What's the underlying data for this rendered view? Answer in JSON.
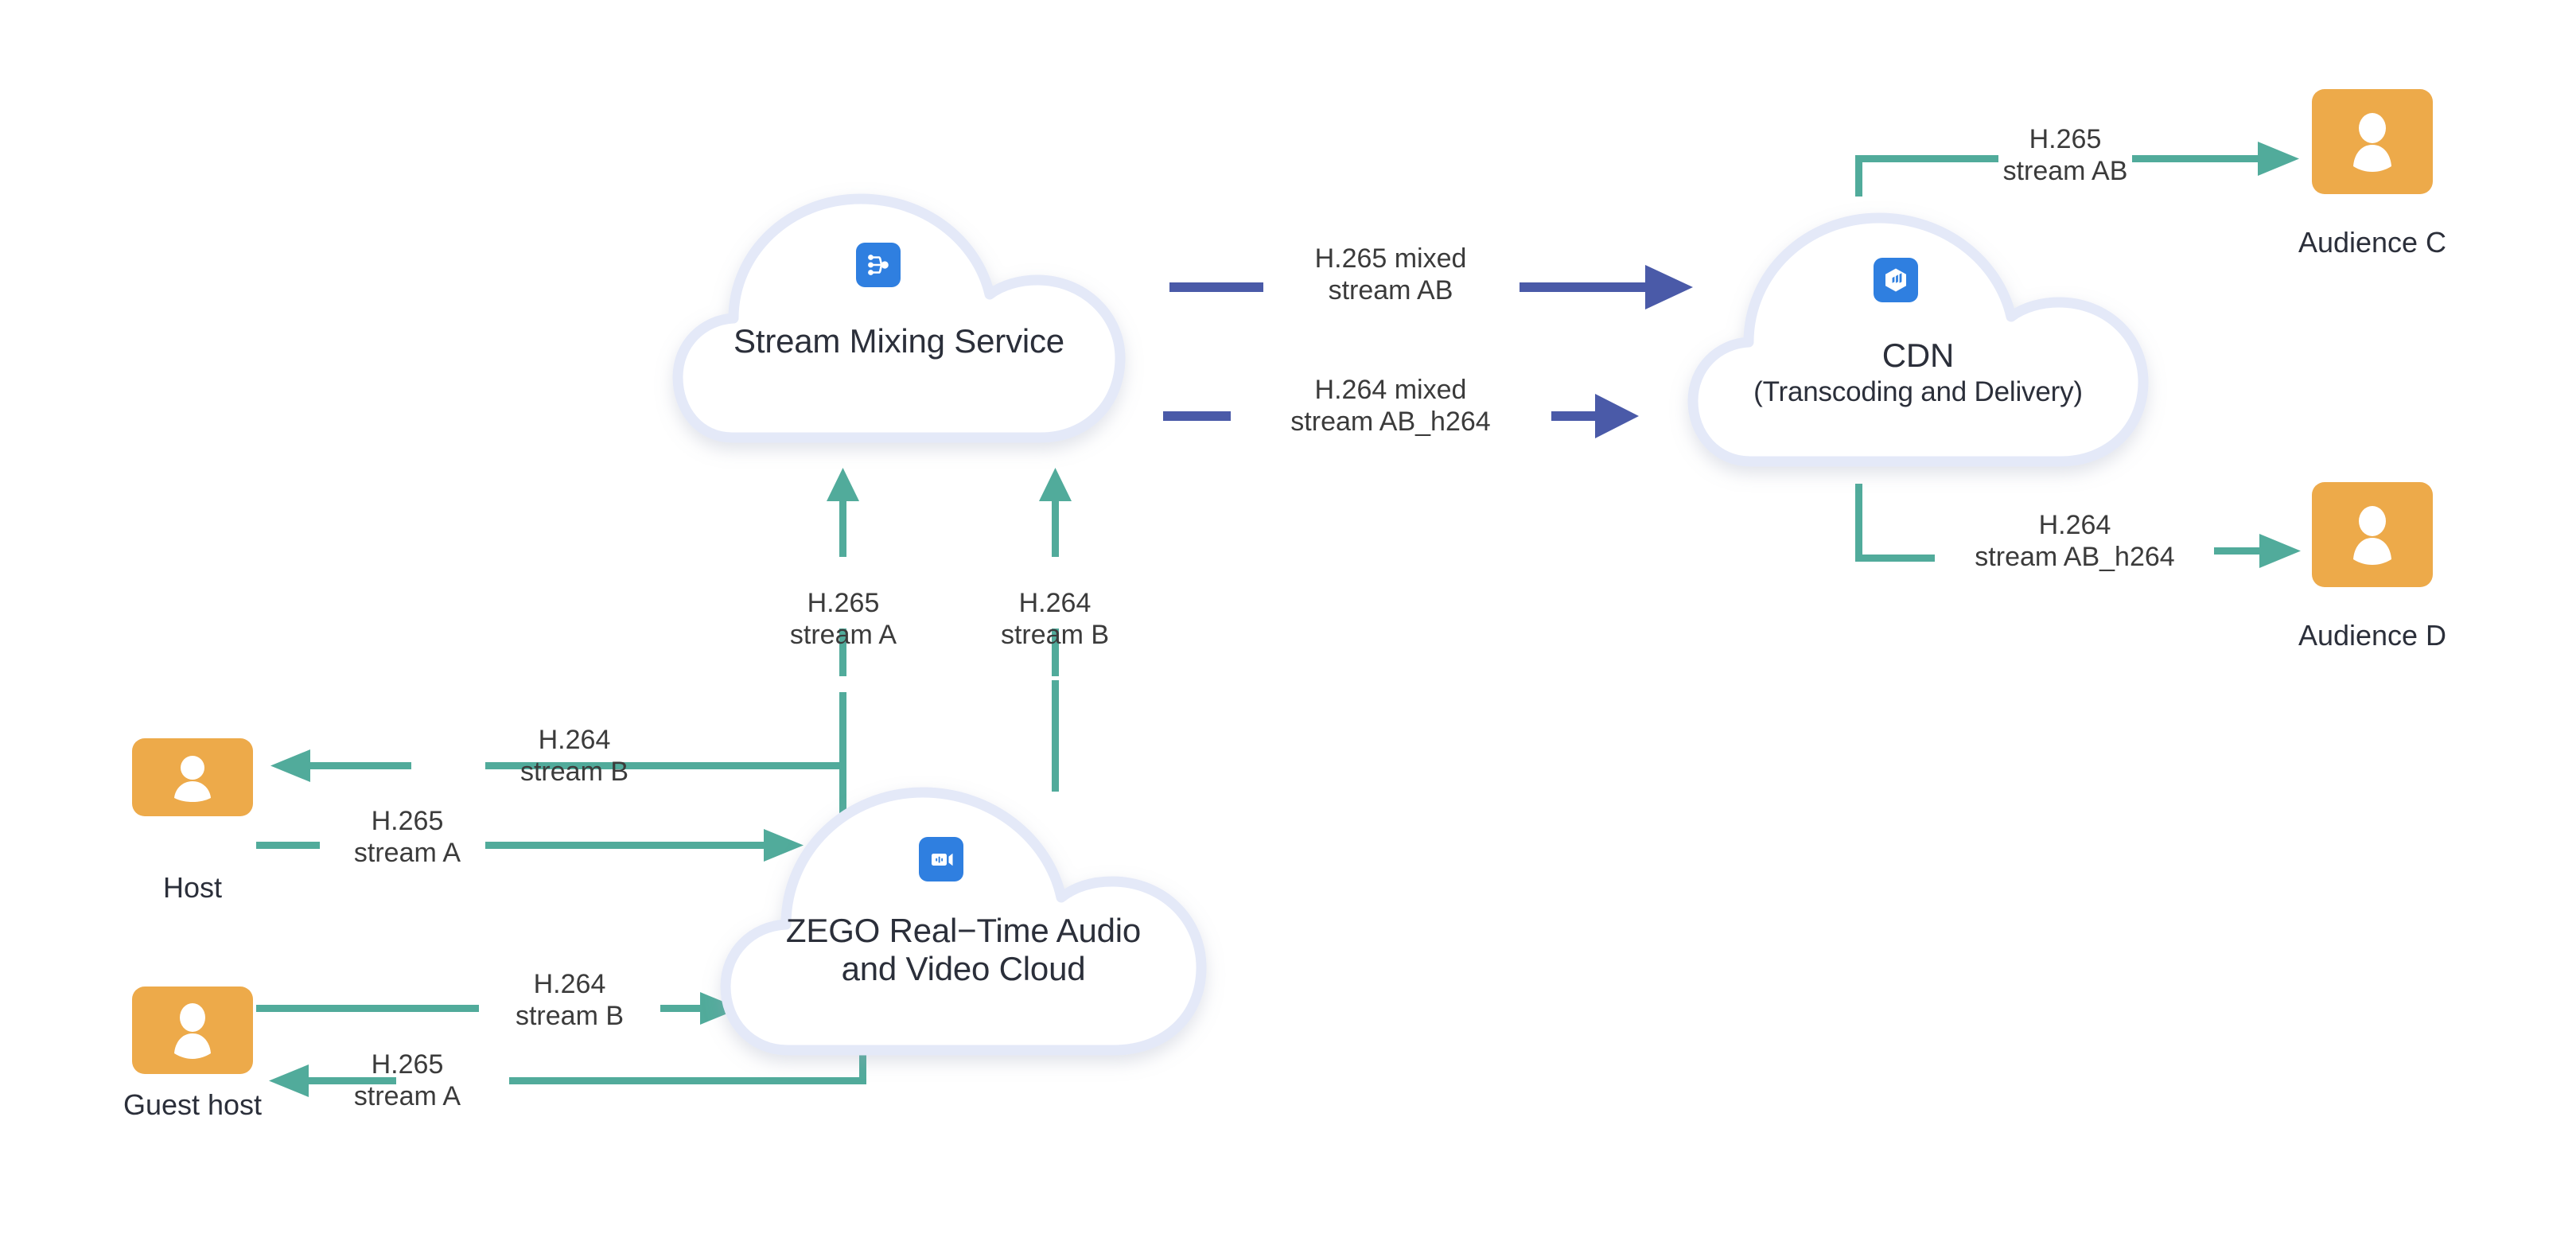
{
  "diagram": {
    "title": "ZEGO stream mixing with H.265 / H.264 transcoding and CDN delivery",
    "colors": {
      "teal": "#51ab9b",
      "blue_arrow": "#4a5aa8",
      "icon_blue": "#2f7fe0",
      "avatar_orange": "#edaa4a",
      "cloud_border": "#e4e9f8",
      "text_dark": "#2b2f3a",
      "text_label": "#3b3b3b",
      "background": "#ffffff"
    }
  },
  "nodes": {
    "stream_mixing": {
      "label": "Stream Mixing Service",
      "icon": "stream-mixing-icon"
    },
    "cdn": {
      "label": "CDN",
      "sublabel": "(Transcoding and Delivery)",
      "icon": "cdn-cube-icon"
    },
    "zego_cloud": {
      "label": "ZEGO Real−Time Audio\nand Video Cloud",
      "icon": "video-camera-icon"
    },
    "host": {
      "label": "Host",
      "icon": "person-avatar-icon"
    },
    "guest_host": {
      "label": "Guest host",
      "icon": "person-avatar-icon"
    },
    "audience_c": {
      "label": "Audience C",
      "icon": "person-avatar-icon"
    },
    "audience_d": {
      "label": "Audience D",
      "icon": "person-avatar-icon"
    }
  },
  "edges": {
    "host_publish": {
      "label": "H.265\nstream A",
      "from": "Host",
      "to": "ZEGO Real-Time Audio and Video Cloud",
      "color": "#51ab9b"
    },
    "host_play": {
      "label": "H.264\nstream B",
      "from": "ZEGO Real-Time Audio and Video Cloud",
      "to": "Host",
      "color": "#51ab9b"
    },
    "guest_publish": {
      "label": "H.264\nstream B",
      "from": "Guest host",
      "to": "ZEGO Real-Time Audio and Video Cloud",
      "color": "#51ab9b"
    },
    "guest_play": {
      "label": "H.265\nstream A",
      "from": "ZEGO Real-Time Audio and Video Cloud",
      "to": "Guest host",
      "color": "#51ab9b"
    },
    "mix_in_a": {
      "label": "H.265\nstream A",
      "from": "ZEGO Real-Time Audio and Video Cloud",
      "to": "Stream Mixing Service",
      "color": "#51ab9b"
    },
    "mix_in_b": {
      "label": "H.264\nstream B",
      "from": "ZEGO Real-Time Audio and Video Cloud",
      "to": "Stream Mixing Service",
      "color": "#51ab9b"
    },
    "mix_out_265": {
      "label": "H.265 mixed\nstream AB",
      "from": "Stream Mixing Service",
      "to": "CDN",
      "color": "#4a5aa8"
    },
    "mix_out_264": {
      "label": "H.264 mixed\nstream AB_h264",
      "from": "Stream Mixing Service",
      "to": "CDN",
      "color": "#4a5aa8"
    },
    "cdn_to_c": {
      "label": "H.265\nstream AB",
      "from": "CDN",
      "to": "Audience C",
      "color": "#51ab9b"
    },
    "cdn_to_d": {
      "label": "H.264\nstream AB_h264",
      "from": "CDN",
      "to": "Audience D",
      "color": "#51ab9b"
    }
  }
}
